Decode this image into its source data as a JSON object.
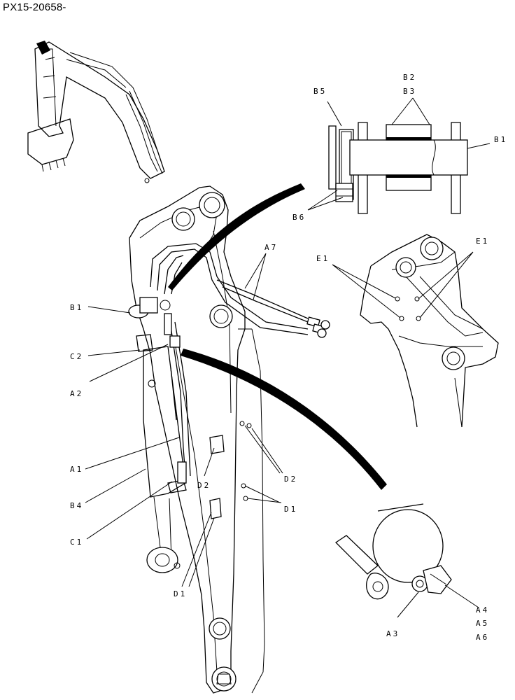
{
  "document_code": "PX15-20658-",
  "labels": {
    "b1_left": "B1",
    "c2": "C2",
    "a2": "A2",
    "a1": "A1",
    "b4": "B4",
    "c1": "C1",
    "d2_mid": "D2",
    "d1_bottom": "D1",
    "a7": "A7",
    "d2_right": "D2",
    "d1_right": "D1",
    "b5": "B5",
    "b2": "B2",
    "b3": "B3",
    "b1_detail": "B1",
    "b6": "B6",
    "e1_left": "E1",
    "e1_right": "E1",
    "a3": "A3",
    "a4": "A4",
    "a5": "A5",
    "a6": "A6"
  }
}
